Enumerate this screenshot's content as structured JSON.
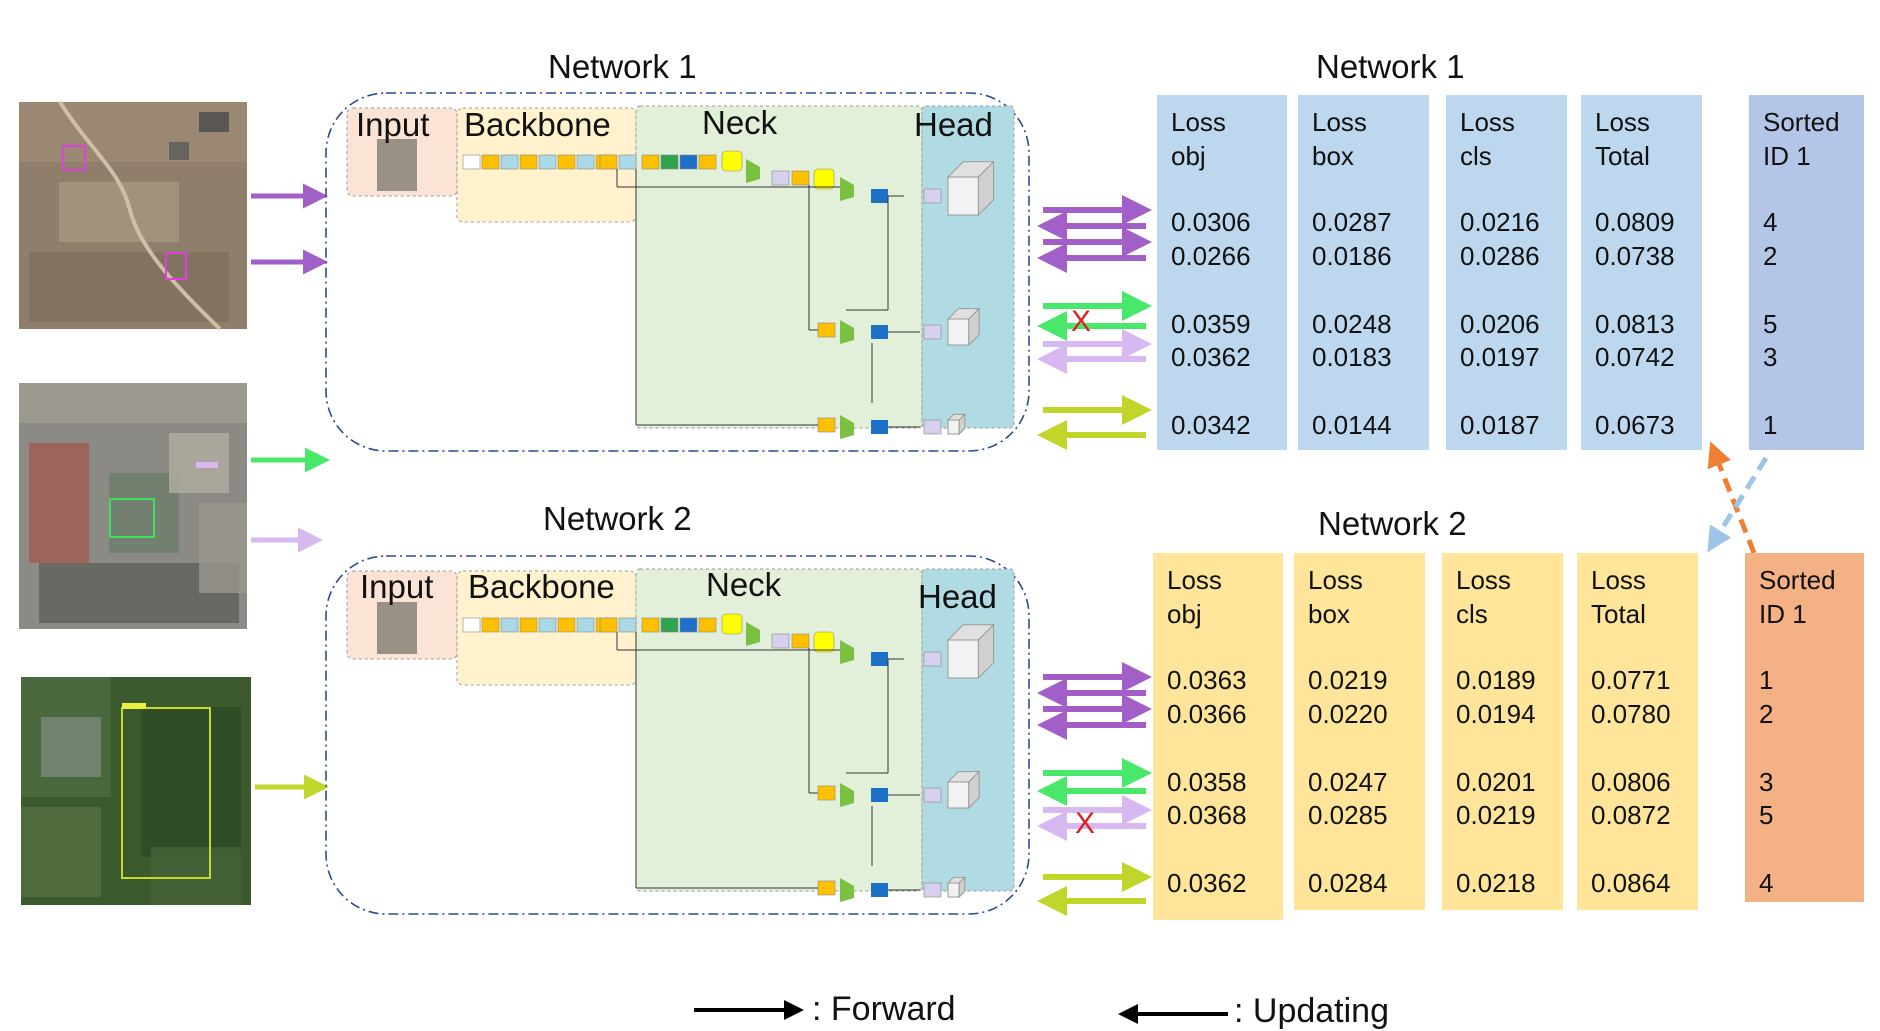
{
  "top": {
    "network_title": "Network 1",
    "table_title": "Network 1",
    "labels": {
      "input": "Input",
      "backbone": "Backbone",
      "neck": "Neck",
      "head": "Head"
    },
    "columns": [
      {
        "header": "Loss\nobj",
        "values": [
          "0.0306",
          "0.0266",
          "0.0359",
          "0.0362",
          "0.0342"
        ]
      },
      {
        "header": "Loss\nbox",
        "values": [
          "0.0287",
          "0.0186",
          "0.0248",
          "0.0183",
          "0.0144"
        ]
      },
      {
        "header": "Loss\ncls",
        "values": [
          "0.0216",
          "0.0286",
          "0.0206",
          "0.0197",
          "0.0187"
        ]
      },
      {
        "header": "Loss\nTotal",
        "values": [
          "0.0809",
          "0.0738",
          "0.0813",
          "0.0742",
          "0.0673"
        ]
      }
    ],
    "sorted": {
      "header": "Sorted\nID 1",
      "values": [
        "4",
        "2",
        "5",
        "3",
        "1"
      ]
    }
  },
  "bottom": {
    "network_title": "Network 2",
    "table_title": "Network 2",
    "labels": {
      "input": "Input",
      "backbone": "Backbone",
      "neck": "Neck",
      "head": "Head"
    },
    "columns": [
      {
        "header": "Loss\nobj",
        "values": [
          "0.0363",
          "0.0366",
          "0.0358",
          "0.0368",
          "0.0362"
        ]
      },
      {
        "header": "Loss\nbox",
        "values": [
          "0.0219",
          "0.0220",
          "0.0247",
          "0.0285",
          "0.0284"
        ]
      },
      {
        "header": "Loss\ncls",
        "values": [
          "0.0189",
          "0.0194",
          "0.0201",
          "0.0219",
          "0.0218"
        ]
      },
      {
        "header": "Loss\nTotal",
        "values": [
          "0.0771",
          "0.0780",
          "0.0806",
          "0.0872",
          "0.0864"
        ]
      }
    ],
    "sorted": {
      "header": "Sorted\nID 1",
      "values": [
        "1",
        "2",
        "3",
        "5",
        "4"
      ]
    }
  },
  "reject_mark": "X",
  "legend": {
    "forward": ": Forward",
    "updating": ": Updating"
  },
  "colors": {
    "purple": "#a35fc8",
    "green": "#49e86a",
    "lilac": "#d8b8f0",
    "lime": "#c2d52a",
    "table_blue": "#bcd7ee",
    "sorted_blue": "#b4c6e7",
    "table_yellow": "#fee599",
    "sorted_orange": "#f4b183",
    "cross": "#e02020",
    "swap_orange": "#ee7f33",
    "swap_blue": "#9cc3e8"
  }
}
